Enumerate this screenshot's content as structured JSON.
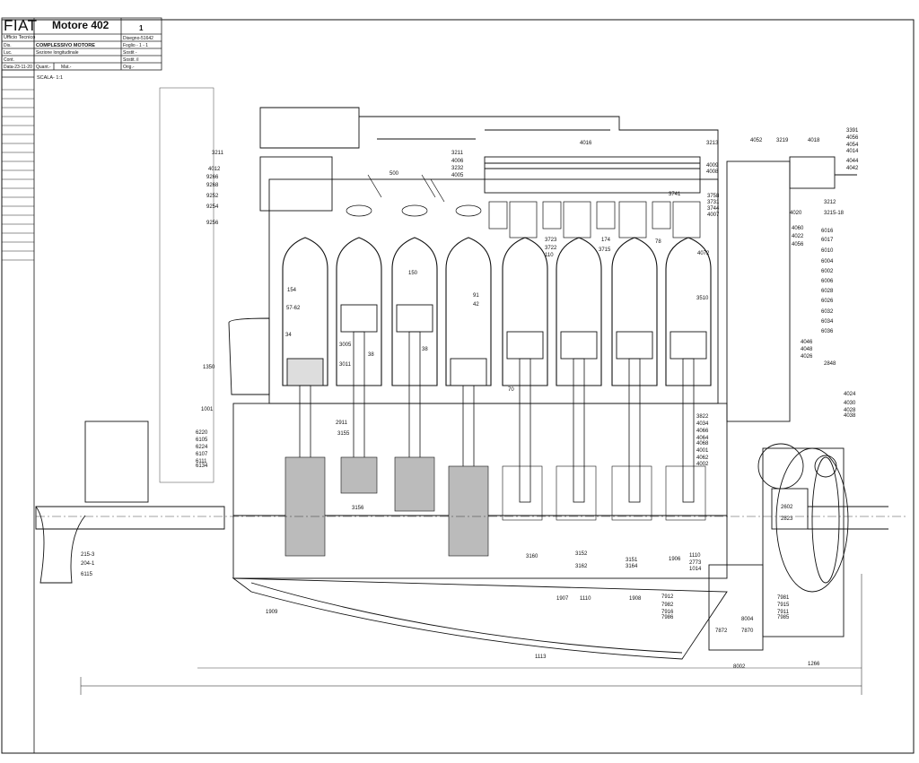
{
  "title_block": {
    "brand": "FIAT",
    "office": "Ufficio Tecnico",
    "title": "Motore 402",
    "number": "1",
    "disegno": "Disegno-51642",
    "foglio": "Foglio - 1 - 1",
    "sostit": "Sostit -",
    "sostit_da": "Sostit. il",
    "orig": "Orig.-",
    "heading": "COMPLESSIVO MOTORE",
    "subheading": "Sezione longitudinale",
    "dis": "Dis.",
    "luc": "Luc.",
    "cont": "Cont.",
    "data": "Data-23-11-20",
    "quant": "Quant.-",
    "mat": "Mat.-",
    "scala": "SCALA- 1:1"
  },
  "part_labels": [
    "3211",
    "4012",
    "9266",
    "9268",
    "9252",
    "9254",
    "9256",
    "57-62",
    "154",
    "34",
    "1350",
    "3005",
    "3011",
    "38",
    "150",
    "91",
    "42",
    "500",
    "3211",
    "4006",
    "3232",
    "4005",
    "4016",
    "3213",
    "4009",
    "4008",
    "4052",
    "3219",
    "4018",
    "3391",
    "4056",
    "4054",
    "4014",
    "4044",
    "4042",
    "3741",
    "3758",
    "3731",
    "3744",
    "4007",
    "3212",
    "3215-18",
    "4020",
    "4060",
    "4022",
    "4056",
    "6016",
    "6017",
    "6010",
    "6004",
    "6002",
    "6006",
    "6028",
    "6026",
    "6032",
    "6034",
    "6036",
    "3723",
    "3722",
    "110",
    "174",
    "3715",
    "78",
    "4072",
    "3510",
    "4046",
    "4048",
    "4026",
    "2848",
    "4024",
    "4030",
    "4028",
    "4038",
    "70",
    "38",
    "2911",
    "3155",
    "1001",
    "6220",
    "6105",
    "6224",
    "6107",
    "6111",
    "6134",
    "3156",
    "3160",
    "3152",
    "3162",
    "3151",
    "3164",
    "1906",
    "1110",
    "2773",
    "1014",
    "2602",
    "2823",
    "3822",
    "4034",
    "4066",
    "4064",
    "4068",
    "4001",
    "4062",
    "4002",
    "1907",
    "1110",
    "1908",
    "7912",
    "7982",
    "7916",
    "7986",
    "7981",
    "7915",
    "7911",
    "7985",
    "8004",
    "7872",
    "7870",
    "8002",
    "1113",
    "1266",
    "1909",
    "215-3",
    "204-1",
    "6115"
  ]
}
